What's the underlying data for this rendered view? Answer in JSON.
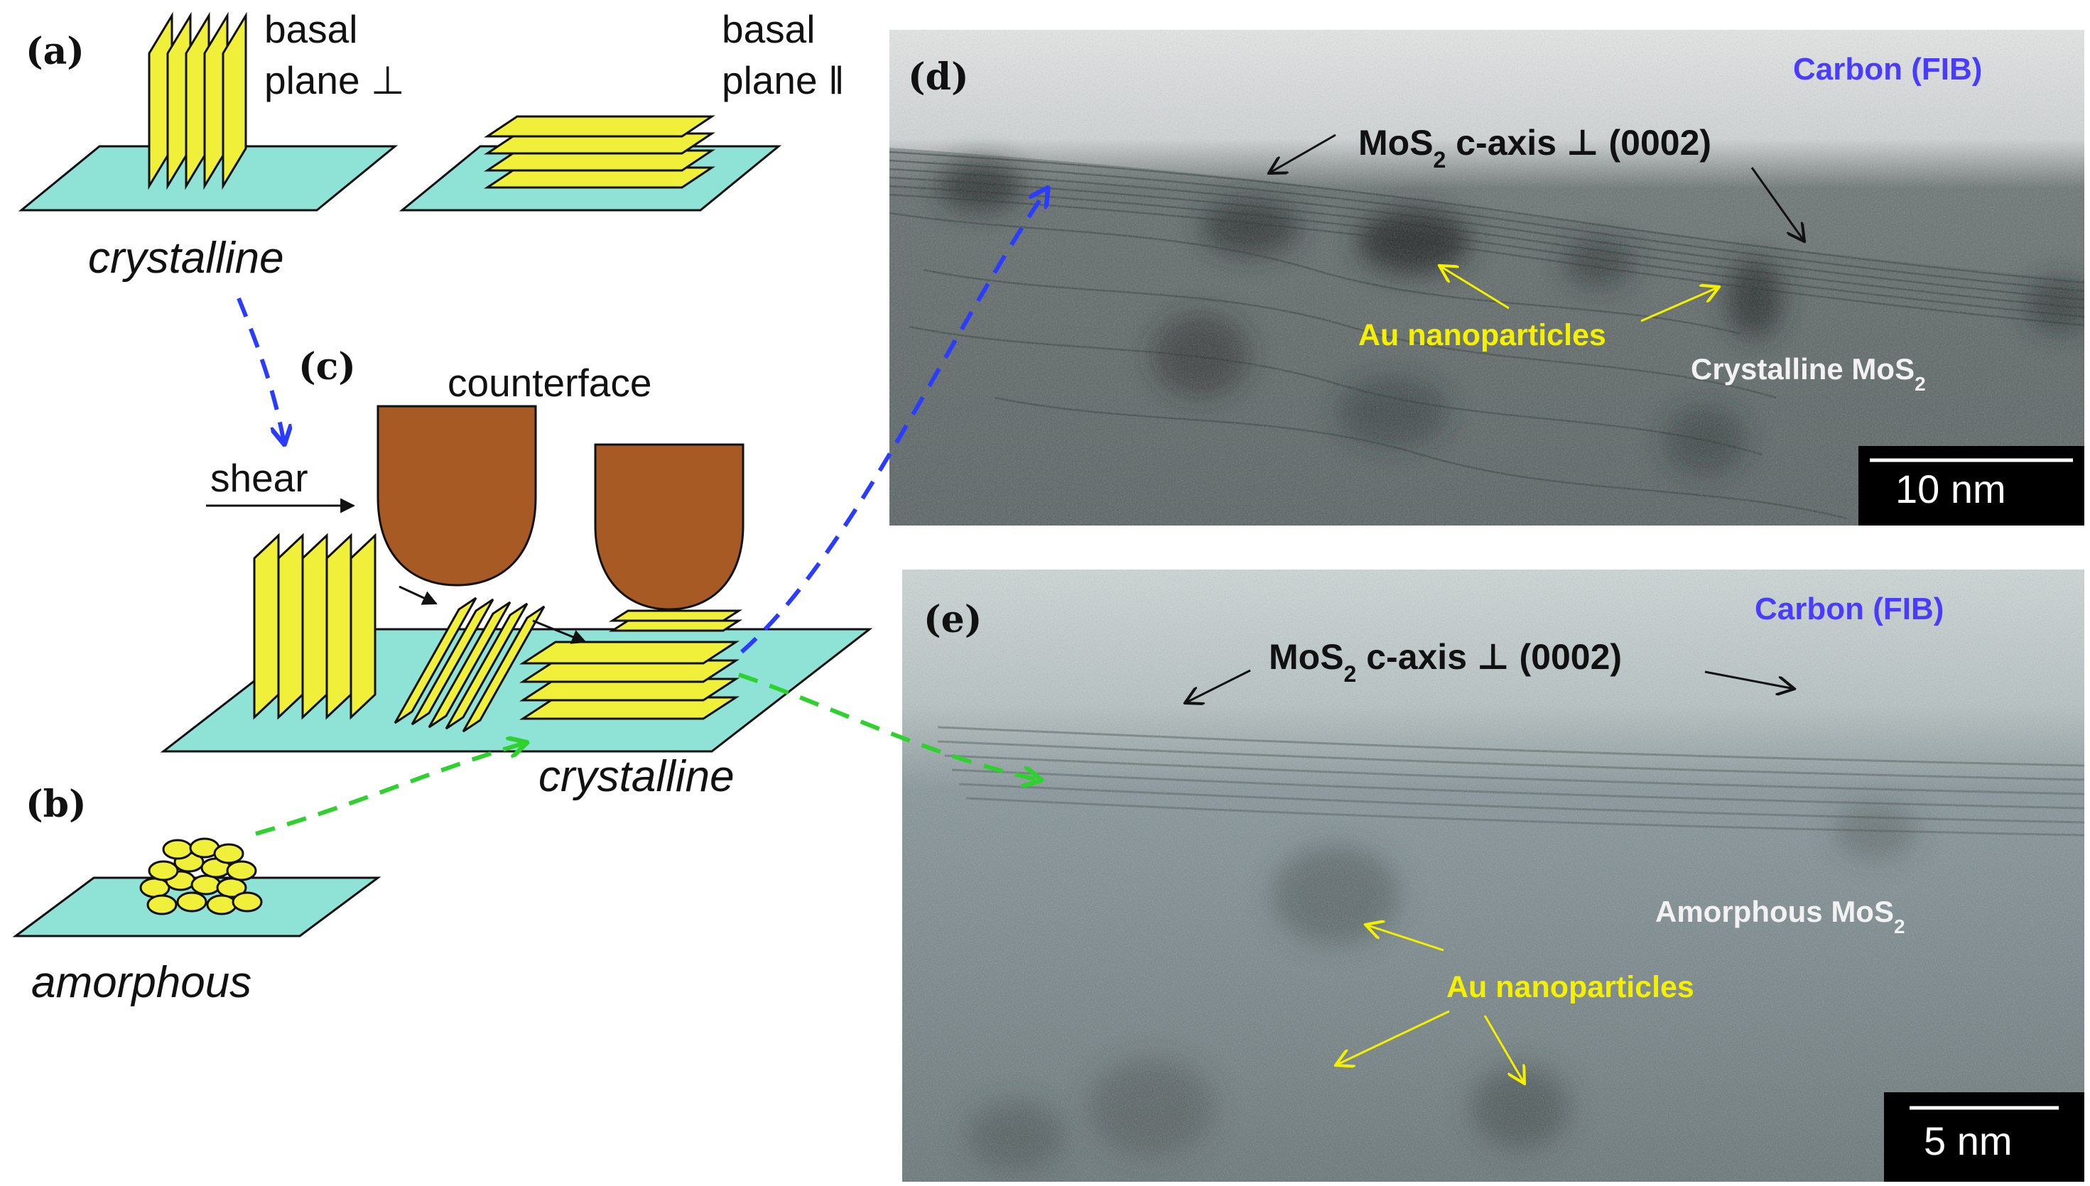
{
  "panels": {
    "a": {
      "label": "(a)",
      "perp_label_line1": "basal",
      "perp_label_line2": "plane ⊥",
      "par_label_line1": "basal",
      "par_label_line2": "plane ‖",
      "caption": "crystalline"
    },
    "b": {
      "label": "(b)",
      "caption": "amorphous"
    },
    "c": {
      "label": "(c)",
      "counterface": "counterface",
      "shear": "shear",
      "caption": "crystalline"
    },
    "d": {
      "label": "(d)",
      "carbon": "Carbon (FIB)",
      "caxis_prefix": "MoS",
      "caxis_sub": "2",
      "caxis_suffix": " c-axis ⊥ (0002)",
      "au": "Au nanoparticles",
      "material_prefix": "Crystalline MoS",
      "material_sub": "2",
      "scale": "10 nm"
    },
    "e": {
      "label": "(e)",
      "carbon": "Carbon (FIB)",
      "caxis_prefix": "MoS",
      "caxis_sub": "2",
      "caxis_suffix": " c-axis ⊥ (0002)",
      "au": "Au nanoparticles",
      "material_prefix": "Amorphous MoS",
      "material_sub": "2",
      "scale": "5 nm"
    }
  },
  "colors": {
    "substrate": "#8fe3d6",
    "lamella": "#f0f03a",
    "counterface": "#a85a25",
    "arrow_blue": "#2a3cff",
    "arrow_green": "#2fd12f",
    "au_label": "#f4f000",
    "carbon_label": "#4a3cff"
  }
}
